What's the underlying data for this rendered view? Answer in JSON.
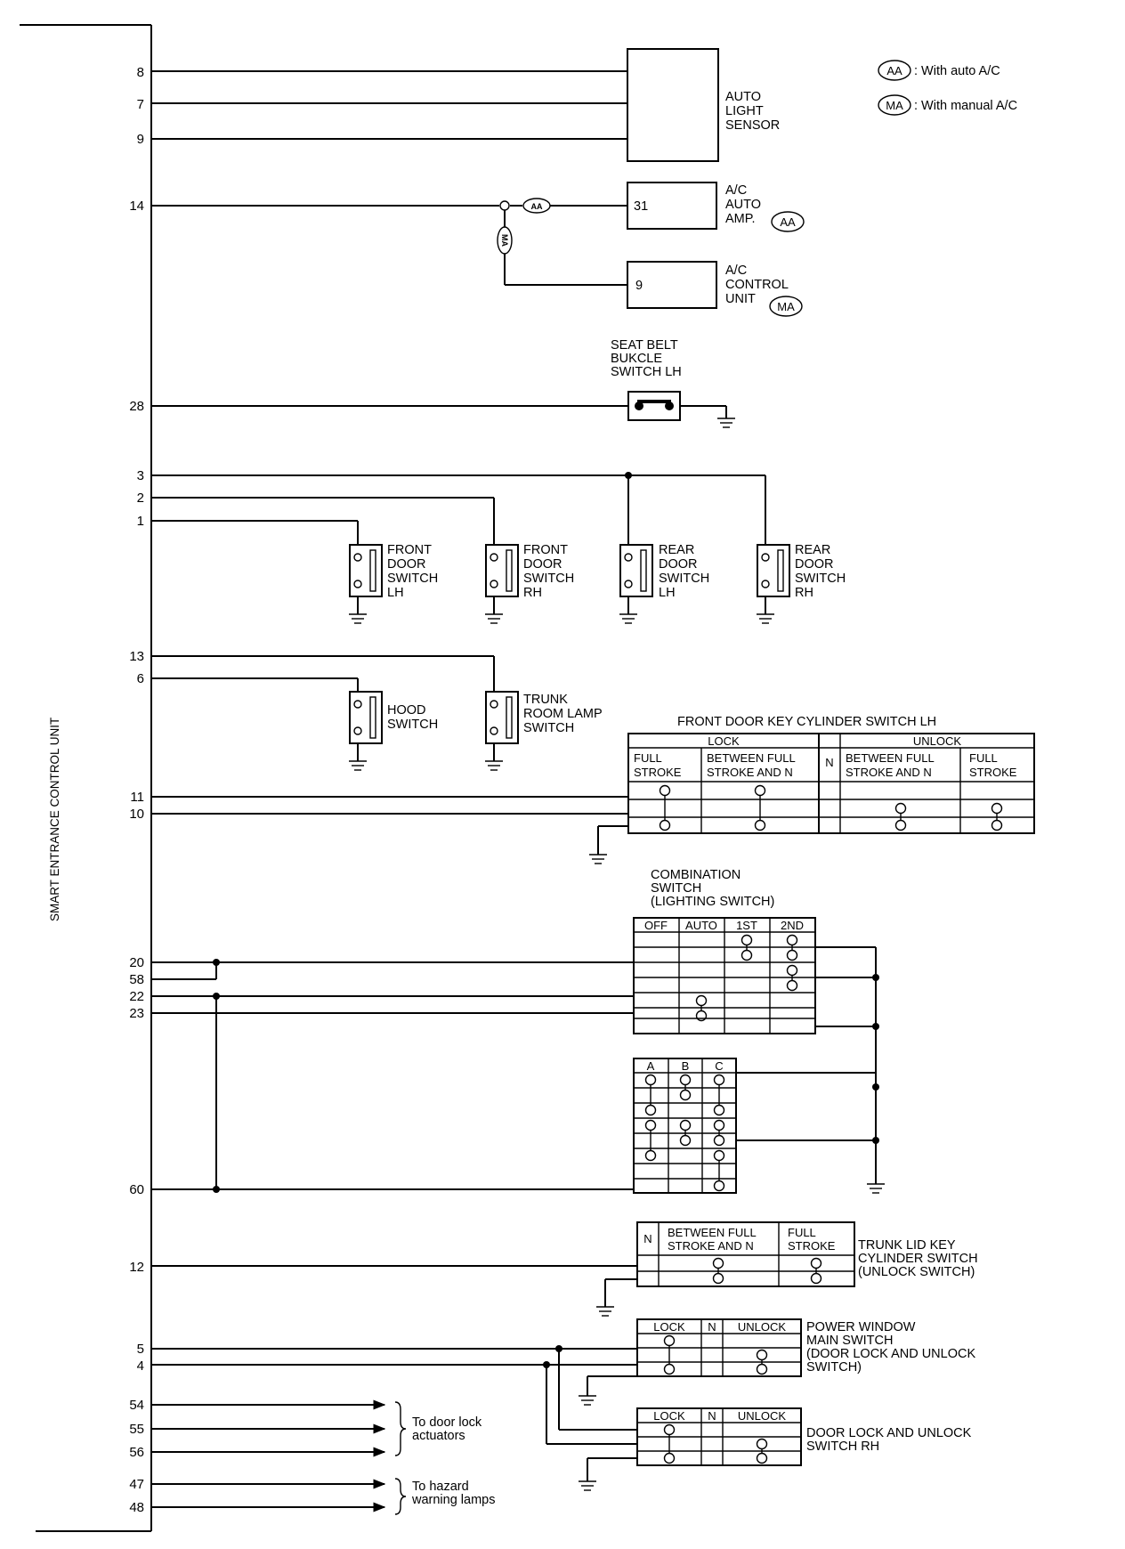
{
  "unit_label": "SMART ENTRANCE CONTROL UNIT",
  "legend": [
    {
      "code": "AA",
      "text": ": With auto A/C"
    },
    {
      "code": "MA",
      "text": ": With manual A/C"
    }
  ],
  "pins": {
    "p8": "8",
    "p7": "7",
    "p9": "9",
    "p14": "14",
    "p28": "28",
    "p3": "3",
    "p2": "2",
    "p1": "1",
    "p13": "13",
    "p6": "6",
    "p11": "11",
    "p10": "10",
    "p20": "20",
    "p58": "58",
    "p22": "22",
    "p23": "23",
    "p60": "60",
    "p12": "12",
    "p5": "5",
    "p4": "4",
    "p54": "54",
    "p55": "55",
    "p56": "56",
    "p47": "47",
    "p48": "48"
  },
  "components": {
    "auto_light_sensor": [
      "AUTO",
      "LIGHT",
      "SENSOR"
    ],
    "ac_auto_amp": {
      "lines": [
        "A/C",
        "AUTO",
        "AMP."
      ],
      "pin": "31",
      "tag": "AA",
      "wire_tag": "AA"
    },
    "ac_control_unit": {
      "lines": [
        "A/C",
        "CONTROL",
        "UNIT"
      ],
      "pin": "9",
      "tag": "MA",
      "wire_tag": "MA"
    },
    "seat_belt": [
      "SEAT BELT",
      "BUKCLE",
      "SWITCH LH"
    ],
    "front_door_lh": [
      "FRONT",
      "DOOR",
      "SWITCH",
      "LH"
    ],
    "front_door_rh": [
      "FRONT",
      "DOOR",
      "SWITCH",
      "RH"
    ],
    "rear_door_lh": [
      "REAR",
      "DOOR",
      "SWITCH",
      "LH"
    ],
    "rear_door_rh": [
      "REAR",
      "DOOR",
      "SWITCH",
      "RH"
    ],
    "hood": [
      "HOOD",
      "SWITCH"
    ],
    "trunk_room_lamp": [
      "TRUNK",
      "ROOM LAMP",
      "SWITCH"
    ],
    "front_key_cyl": {
      "title": "FRONT DOOR KEY CYLINDER SWITCH LH",
      "lock": "LOCK",
      "unlock": "UNLOCK",
      "n": "N",
      "c1": [
        "FULL",
        "STROKE"
      ],
      "c2": [
        "BETWEEN FULL",
        "STROKE AND N"
      ],
      "c4": [
        "BETWEEN FULL",
        "STROKE AND N"
      ],
      "c5": [
        "FULL",
        "STROKE"
      ]
    },
    "combination": {
      "lines": [
        "COMBINATION",
        "SWITCH",
        "(LIGHTING SWITCH)"
      ],
      "cols": [
        "OFF",
        "AUTO",
        "1ST",
        "2ND"
      ],
      "cols2": [
        "A",
        "B",
        "C"
      ]
    },
    "trunk_lid": {
      "lines": [
        "TRUNK LID KEY",
        "CYLINDER SWITCH",
        "(UNLOCK SWITCH)"
      ],
      "n": "N",
      "c2": [
        "BETWEEN FULL",
        "STROKE AND N"
      ],
      "c3": [
        "FULL",
        "STROKE"
      ]
    },
    "power_window": {
      "lines": [
        "POWER WINDOW",
        "MAIN SWITCH",
        "(DOOR LOCK AND UNLOCK",
        "SWITCH)"
      ],
      "cols": [
        "LOCK",
        "N",
        "UNLOCK"
      ]
    },
    "door_lock_rh": {
      "lines": [
        "DOOR LOCK AND UNLOCK",
        "SWITCH RH"
      ],
      "cols": [
        "LOCK",
        "N",
        "UNLOCK"
      ]
    }
  },
  "outputs": {
    "door_lock": [
      "To door lock",
      "actuators"
    ],
    "hazard": [
      "To hazard",
      "warning lamps"
    ]
  }
}
